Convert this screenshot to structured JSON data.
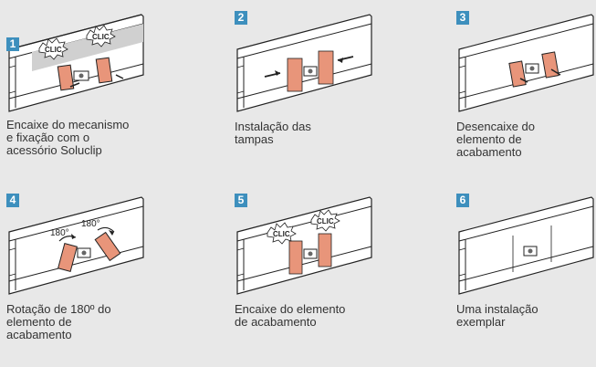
{
  "colors": {
    "badge": "#3d8fbd",
    "cover": "#e8957a",
    "background": "#e8e8e8"
  },
  "steps": [
    {
      "number": "1",
      "caption_lines": [
        "Encaixe do mecanismo",
        "e fixação com o",
        "acessório Soluclip"
      ],
      "labels": [
        "CLIC",
        "CLIC"
      ]
    },
    {
      "number": "2",
      "caption_lines": [
        "Instalação das",
        "tampas"
      ]
    },
    {
      "number": "3",
      "caption_lines": [
        "Desencaixe do",
        "elemento de",
        "acabamento"
      ]
    },
    {
      "number": "4",
      "caption_lines": [
        "Rotação de 180º do",
        "elemento de",
        "acabamento"
      ],
      "labels": [
        "180°",
        "180°"
      ]
    },
    {
      "number": "5",
      "caption_lines": [
        "Encaixe do elemento",
        "de acabamento"
      ],
      "labels": [
        "CLIC",
        "CLIC"
      ]
    },
    {
      "number": "6",
      "caption_lines": [
        "Uma instalação",
        "exemplar"
      ]
    }
  ]
}
